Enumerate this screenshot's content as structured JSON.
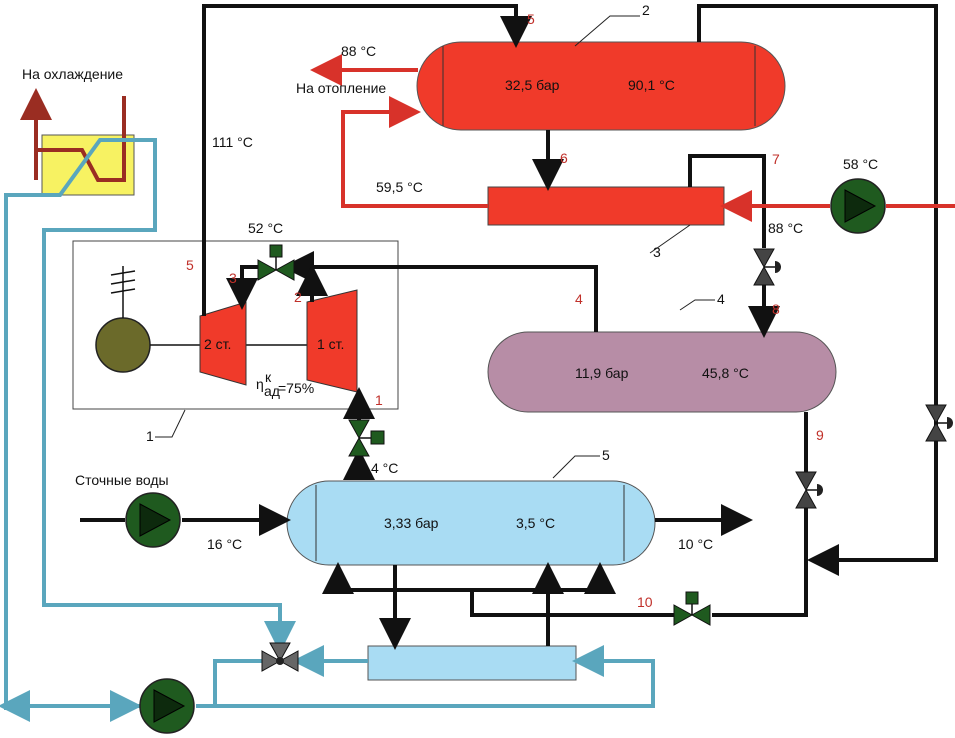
{
  "colors": {
    "hot": "#f03a2a",
    "hot_line": "#d8322a",
    "black_line": "#111111",
    "cold": "#a9dcf3",
    "cold_line": "#5aa6bd",
    "mid": "#b78da6",
    "pump": "#1f5a1f",
    "motor": "#6b6a2a",
    "hx": "#f7f262",
    "valve": "#1f5a1f"
  },
  "labels": {
    "cooling": "На охлаждение",
    "heating_out_temp": "88 °С",
    "heating": "На отопление",
    "t111": "111 °С",
    "t59": "59,5 °С",
    "t52": "52 °С",
    "t58": "58 °С",
    "t88b": "88 °С",
    "t4": "4 °С",
    "wastewater": "Сточные воды",
    "t16": "16 °С",
    "t10": "10 °С",
    "efficiency": "η",
    "eff_sup": "к",
    "eff_sub": "ад",
    "eff_val": "=75%"
  },
  "vessels": {
    "v2": {
      "pressure": "32,5 бар",
      "temp": "90,1 °С"
    },
    "v4": {
      "pressure": "11,9 бар",
      "temp": "45,8 °С"
    },
    "v5": {
      "pressure": "3,33 бар",
      "temp": "3,5 °С"
    }
  },
  "compressor": {
    "stage1": "1 ст.",
    "stage2": "2 ст."
  },
  "tags": {
    "t1": "1",
    "t2": "2",
    "t3": "3",
    "t4": "4",
    "t5": "5"
  },
  "points": {
    "p1": "1",
    "p2": "2",
    "p3": "3",
    "p4": "4",
    "p5a": "5",
    "p5b": "5",
    "p6": "6",
    "p7": "7",
    "p8": "8",
    "p9": "9",
    "p10": "10"
  }
}
